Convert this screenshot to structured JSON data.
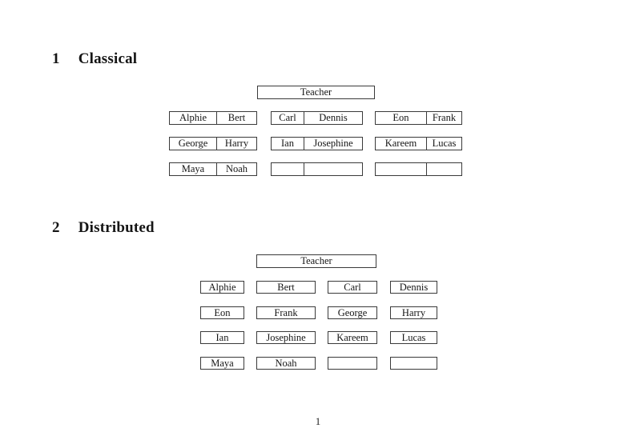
{
  "page": {
    "number": "1"
  },
  "sections": [
    {
      "number": "1",
      "title": "Classical",
      "teacher_label": "Teacher",
      "rows": [
        [
          {
            "left": "Alphie",
            "right": "Bert"
          },
          {
            "left": "Carl",
            "right": "Dennis"
          },
          {
            "left": "Eon",
            "right": "Frank"
          }
        ],
        [
          {
            "left": "George",
            "right": "Harry"
          },
          {
            "left": "Ian",
            "right": "Josephine"
          },
          {
            "left": "Kareem",
            "right": "Lucas"
          }
        ],
        [
          {
            "left": "Maya",
            "right": "Noah"
          },
          {
            "left": "",
            "right": ""
          },
          {
            "left": "",
            "right": ""
          }
        ]
      ]
    },
    {
      "number": "2",
      "title": "Distributed",
      "teacher_label": "Teacher",
      "rows": [
        [
          "Alphie",
          "Bert",
          "Carl",
          "Dennis"
        ],
        [
          "Eon",
          "Frank",
          "George",
          "Harry"
        ],
        [
          "Ian",
          "Josephine",
          "Kareem",
          "Lucas"
        ],
        [
          "Maya",
          "Noah",
          "",
          ""
        ]
      ]
    }
  ]
}
